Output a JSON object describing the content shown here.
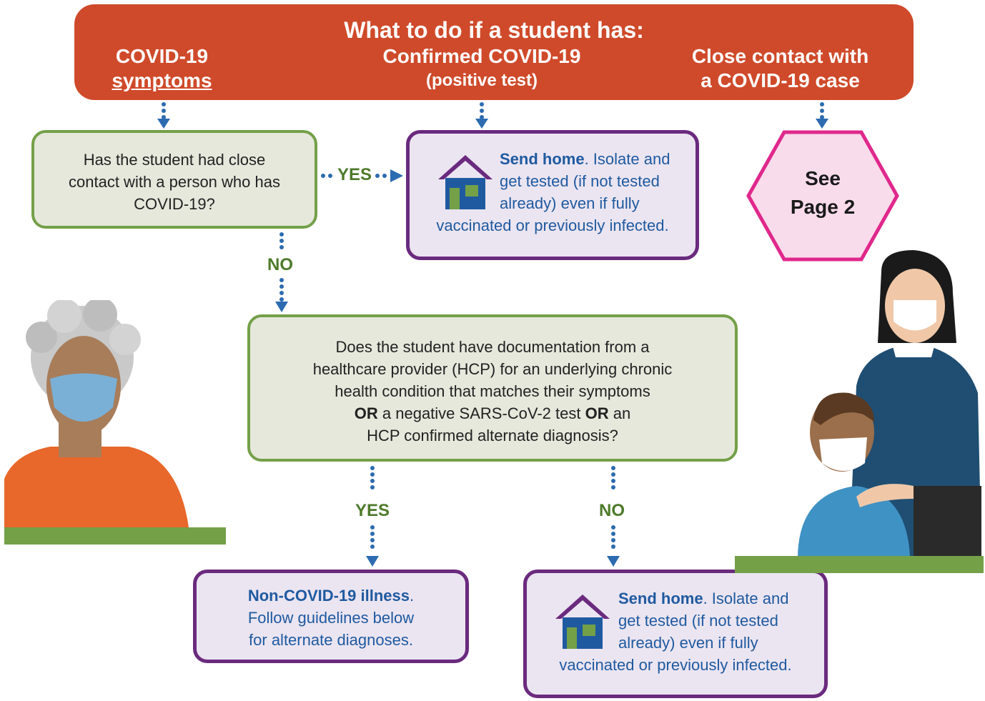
{
  "header": {
    "title": "What to do if a student has:",
    "col1_line1": "COVID-19",
    "col1_line2": "symptoms",
    "col2_line1": "Confirmed COVID-19",
    "col2_line2": "(positive test)",
    "col3_line1": "Close contact with",
    "col3_line2": "a COVID-19 case"
  },
  "question1": {
    "line1": "Has the student had close",
    "line2": "contact with a person who has",
    "line3": "COVID-19?"
  },
  "question2": {
    "line1": "Does the student have documentation from a",
    "line2": "healthcare provider (HCP) for an underlying chronic",
    "line3": "health condition that matches their symptoms",
    "line4_or1": "OR",
    "line4_mid": " a negative SARS-CoV-2 test ",
    "line4_or2": "OR",
    "line4_end": " an",
    "line5": "HCP confirmed alternate diagnosis?"
  },
  "labels": {
    "yes": "YES",
    "no": "NO"
  },
  "send_home": {
    "bold": "Send home",
    "line1": ". Isolate and",
    "line2": "get tested (if not tested",
    "line3": "already) even if fully",
    "line4": "vaccinated or previously infected."
  },
  "non_covid": {
    "bold": "Non-COVID-19 illness",
    "period": ".",
    "line2": "Follow guidelines below",
    "line3": "for alternate diagnoses."
  },
  "see_page": {
    "line1": "See",
    "line2": "Page 2"
  },
  "colors": {
    "header_bg": "#cf4a2a",
    "question_border": "#74a048",
    "question_bg": "#e6e8dc",
    "action_border": "#6a2a7e",
    "action_bg": "#ebe5f1",
    "action_text": "#1f5aa0",
    "hexagon_border": "#e0288c",
    "hexagon_bg": "#f9dceb",
    "arrow": "#2c6bb0",
    "label_green": "#4e7a2a"
  }
}
